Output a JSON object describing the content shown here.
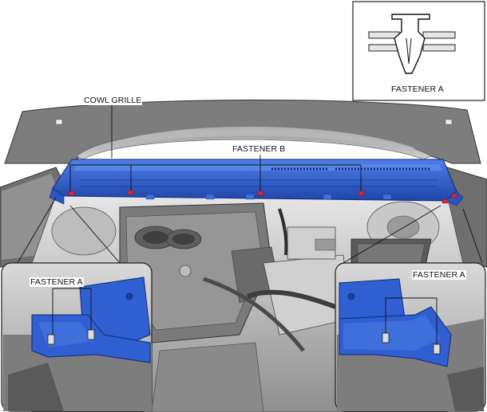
{
  "labels": {
    "cowl_grille": "COWL GRILLE",
    "fastener_b": "FASTENER B",
    "fastener_a_detail": "FASTENER A",
    "fastener_a_left": "FASTENER A",
    "fastener_a_right": "FASTENER A"
  },
  "colors": {
    "cowl_blue": "#2f5fd0",
    "cowl_blue_dark": "#1e3f9c",
    "fastener_red": "#d7263d",
    "engine_gray": "#8c8c8c",
    "body_gray": "#b5b5b5",
    "line": "#111111"
  }
}
